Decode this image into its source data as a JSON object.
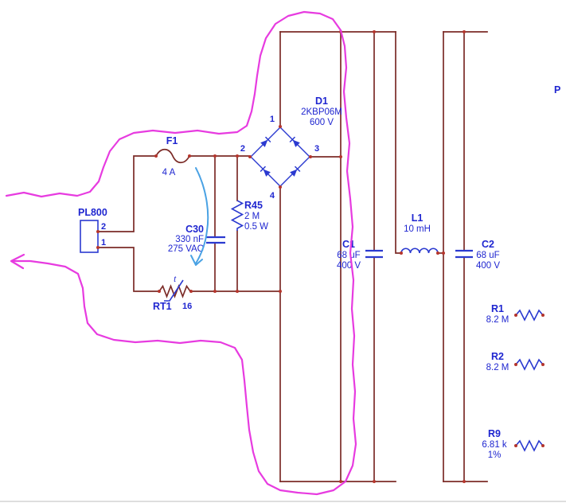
{
  "components": {
    "pl800": {
      "ref": "PL800",
      "pin_top": "2",
      "pin_bottom": "1"
    },
    "f1": {
      "ref": "F1",
      "value": "4 A"
    },
    "c30": {
      "ref": "C30",
      "value": "330 nF",
      "rating": "275 VAC"
    },
    "rt1": {
      "ref": "RT1",
      "pin": "16",
      "mark": "t"
    },
    "r45": {
      "ref": "R45",
      "value": "2 M",
      "rating": "0.5 W"
    },
    "d1": {
      "ref": "D1",
      "part": "2KBP06M",
      "rating": "600 V",
      "pins": {
        "p1": "1",
        "p2": "2",
        "p3": "3",
        "p4": "4"
      }
    },
    "c1": {
      "ref": "C1",
      "value": "68 uF",
      "rating": "400 V"
    },
    "l1": {
      "ref": "L1",
      "value": "10 mH"
    },
    "c2": {
      "ref": "C2",
      "value": "68 uF",
      "rating": "400 V"
    },
    "r1": {
      "ref": "R1",
      "value": "8.2 M"
    },
    "r2": {
      "ref": "R2",
      "value": "8.2 M"
    },
    "r9": {
      "ref": "R9",
      "value": "6.81 k",
      "tolerance": "1%"
    },
    "p_label": {
      "ref": "P"
    }
  },
  "colors": {
    "wire": "#7b2b27",
    "symbol": "#2b3ad0",
    "text": "#1f26d0",
    "junction": "#b5352c",
    "highlight_annotation": "#e73be0",
    "arrow_annotation": "#4aa2e4",
    "background": "#ffffff"
  }
}
